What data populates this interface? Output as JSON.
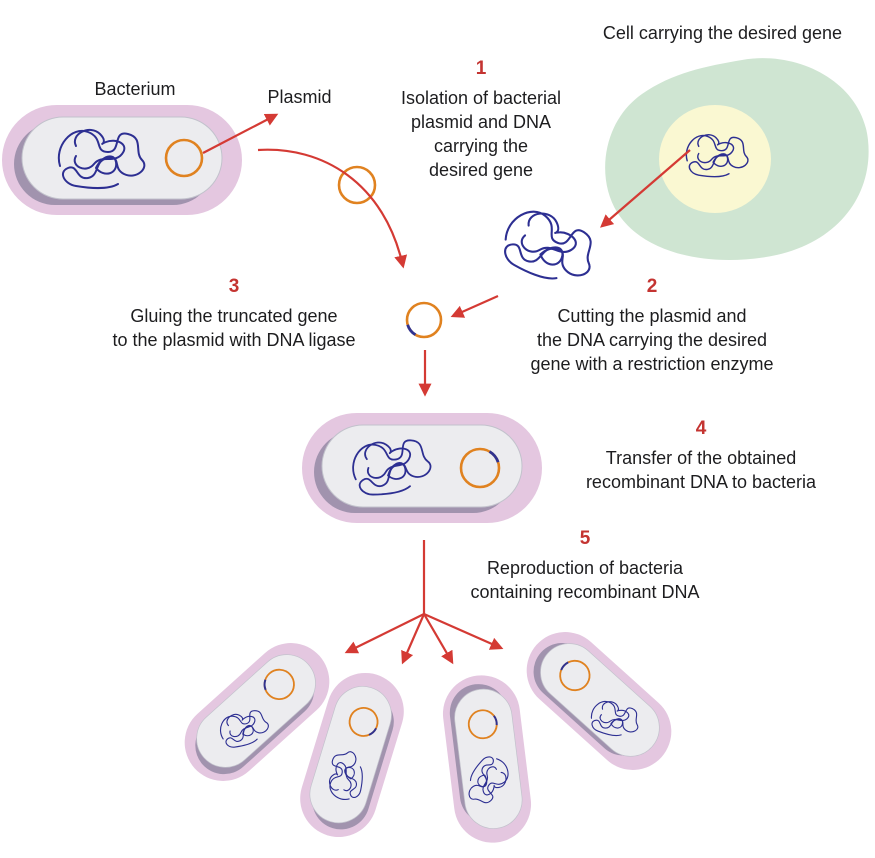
{
  "labels": {
    "cell_carrying_gene": "Cell carrying the desired gene",
    "bacterium": "Bacterium",
    "plasmid": "Plasmid"
  },
  "steps": {
    "step1": {
      "num": "1",
      "text": "Isolation of bacterial\nplasmid and DNA\ncarrying the\ndesired gene"
    },
    "step2": {
      "num": "2",
      "text": "Cutting the plasmid and\nthe DNA carrying the desired\ngene with a restriction enzyme"
    },
    "step3": {
      "num": "3",
      "text": "Gluing the truncated gene\nto the plasmid with DNA ligase"
    },
    "step4": {
      "num": "4",
      "text": "Transfer of the obtained\nrecombinant DNA to bacteria"
    },
    "step5": {
      "num": "5",
      "text": "Reproduction of bacteria\ncontaining recombinant DNA"
    }
  },
  "colors": {
    "background": "#ffffff",
    "text": "#1d1d1f",
    "arrow-red": "#d43a34",
    "step-number-red": "#c43431",
    "bacterium-pink": "#e4c7e0",
    "capsule-shadow": "#a193ae",
    "capsule-inner": "#ececef",
    "capsule-inner-stroke": "#c2c2cc",
    "dna-blue": "#2d2f92",
    "plasmid-orange": "#e08220",
    "gene-insert-blue": "#30328f",
    "cell-green": "#cfe5d2",
    "nucleus-yellow": "#faf8d2"
  }
}
